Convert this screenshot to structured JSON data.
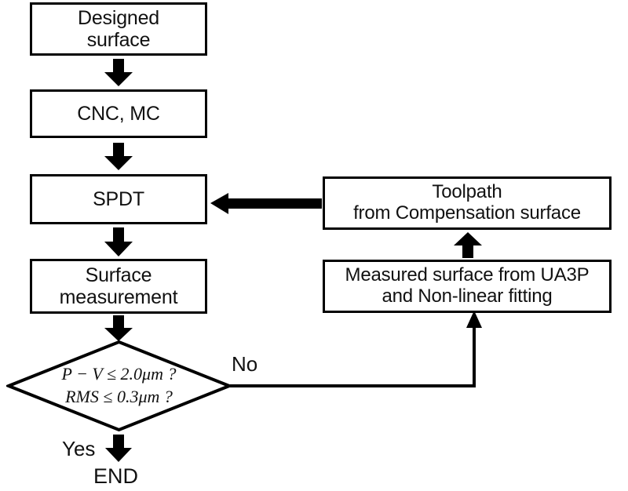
{
  "diagram": {
    "title": "Ultra-precision surface machining and compensation flowchart",
    "type": "flowchart",
    "colors": {
      "stroke": "#000000",
      "fill": "#ffffff",
      "text": "#111111"
    }
  },
  "nodes": {
    "designed_surface": {
      "label": "Designed\nsurface",
      "shape": "rectangle"
    },
    "cnc_mc": {
      "label": "CNC, MC",
      "shape": "rectangle"
    },
    "spdt": {
      "label": "SPDT",
      "shape": "rectangle"
    },
    "surface_measurement": {
      "label": "Surface\nmeasurement",
      "shape": "rectangle"
    },
    "toolpath": {
      "label": "Toolpath\nfrom Compensation surface",
      "shape": "rectangle"
    },
    "measured_surface": {
      "label": "Measured surface from UA3P\nand Non-linear fitting",
      "shape": "rectangle"
    },
    "decision": {
      "shape": "diamond",
      "line1": "P − V  ≤ 2.0μm ?",
      "line2": "RMS ≤ 0.3μm ?"
    },
    "end": {
      "label": "END",
      "shape": "terminator-text"
    }
  },
  "edge_labels": {
    "no": "No",
    "yes": "Yes"
  },
  "arrows": [
    {
      "name": "designed-to-cnc",
      "kind": "block",
      "direction": "down"
    },
    {
      "name": "cnc-to-spdt",
      "kind": "block",
      "direction": "down"
    },
    {
      "name": "spdt-to-surface-measurement",
      "kind": "block",
      "direction": "down"
    },
    {
      "name": "surface-measurement-to-decision",
      "kind": "block",
      "direction": "down"
    },
    {
      "name": "toolpath-to-spdt",
      "kind": "block",
      "direction": "left"
    },
    {
      "name": "measured-to-toolpath",
      "kind": "block",
      "direction": "up"
    },
    {
      "name": "decision-yes-to-end",
      "kind": "block",
      "direction": "down"
    },
    {
      "name": "decision-no-to-measured",
      "kind": "thin-polyline",
      "direction": "right-then-up"
    }
  ]
}
